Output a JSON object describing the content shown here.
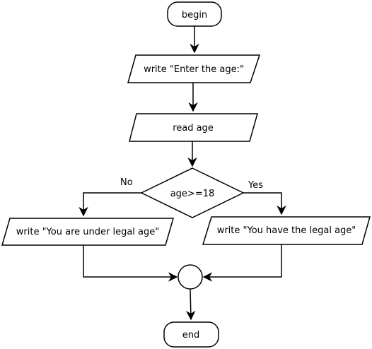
{
  "diagram": {
    "nodes": {
      "begin": {
        "label": "begin",
        "shape": "terminator"
      },
      "prompt": {
        "label": "write \"Enter the age:\"",
        "shape": "io"
      },
      "read": {
        "label": "read age",
        "shape": "io"
      },
      "decision": {
        "label": "age>=18",
        "shape": "decision"
      },
      "under": {
        "label": "write \"You are under legal age\"",
        "shape": "io"
      },
      "legal": {
        "label": "write \"You have the legal age\"",
        "shape": "io"
      },
      "join": {
        "label": "",
        "shape": "connector"
      },
      "end": {
        "label": "end",
        "shape": "terminator"
      }
    },
    "edges": {
      "no_label": "No",
      "yes_label": "Yes"
    }
  }
}
